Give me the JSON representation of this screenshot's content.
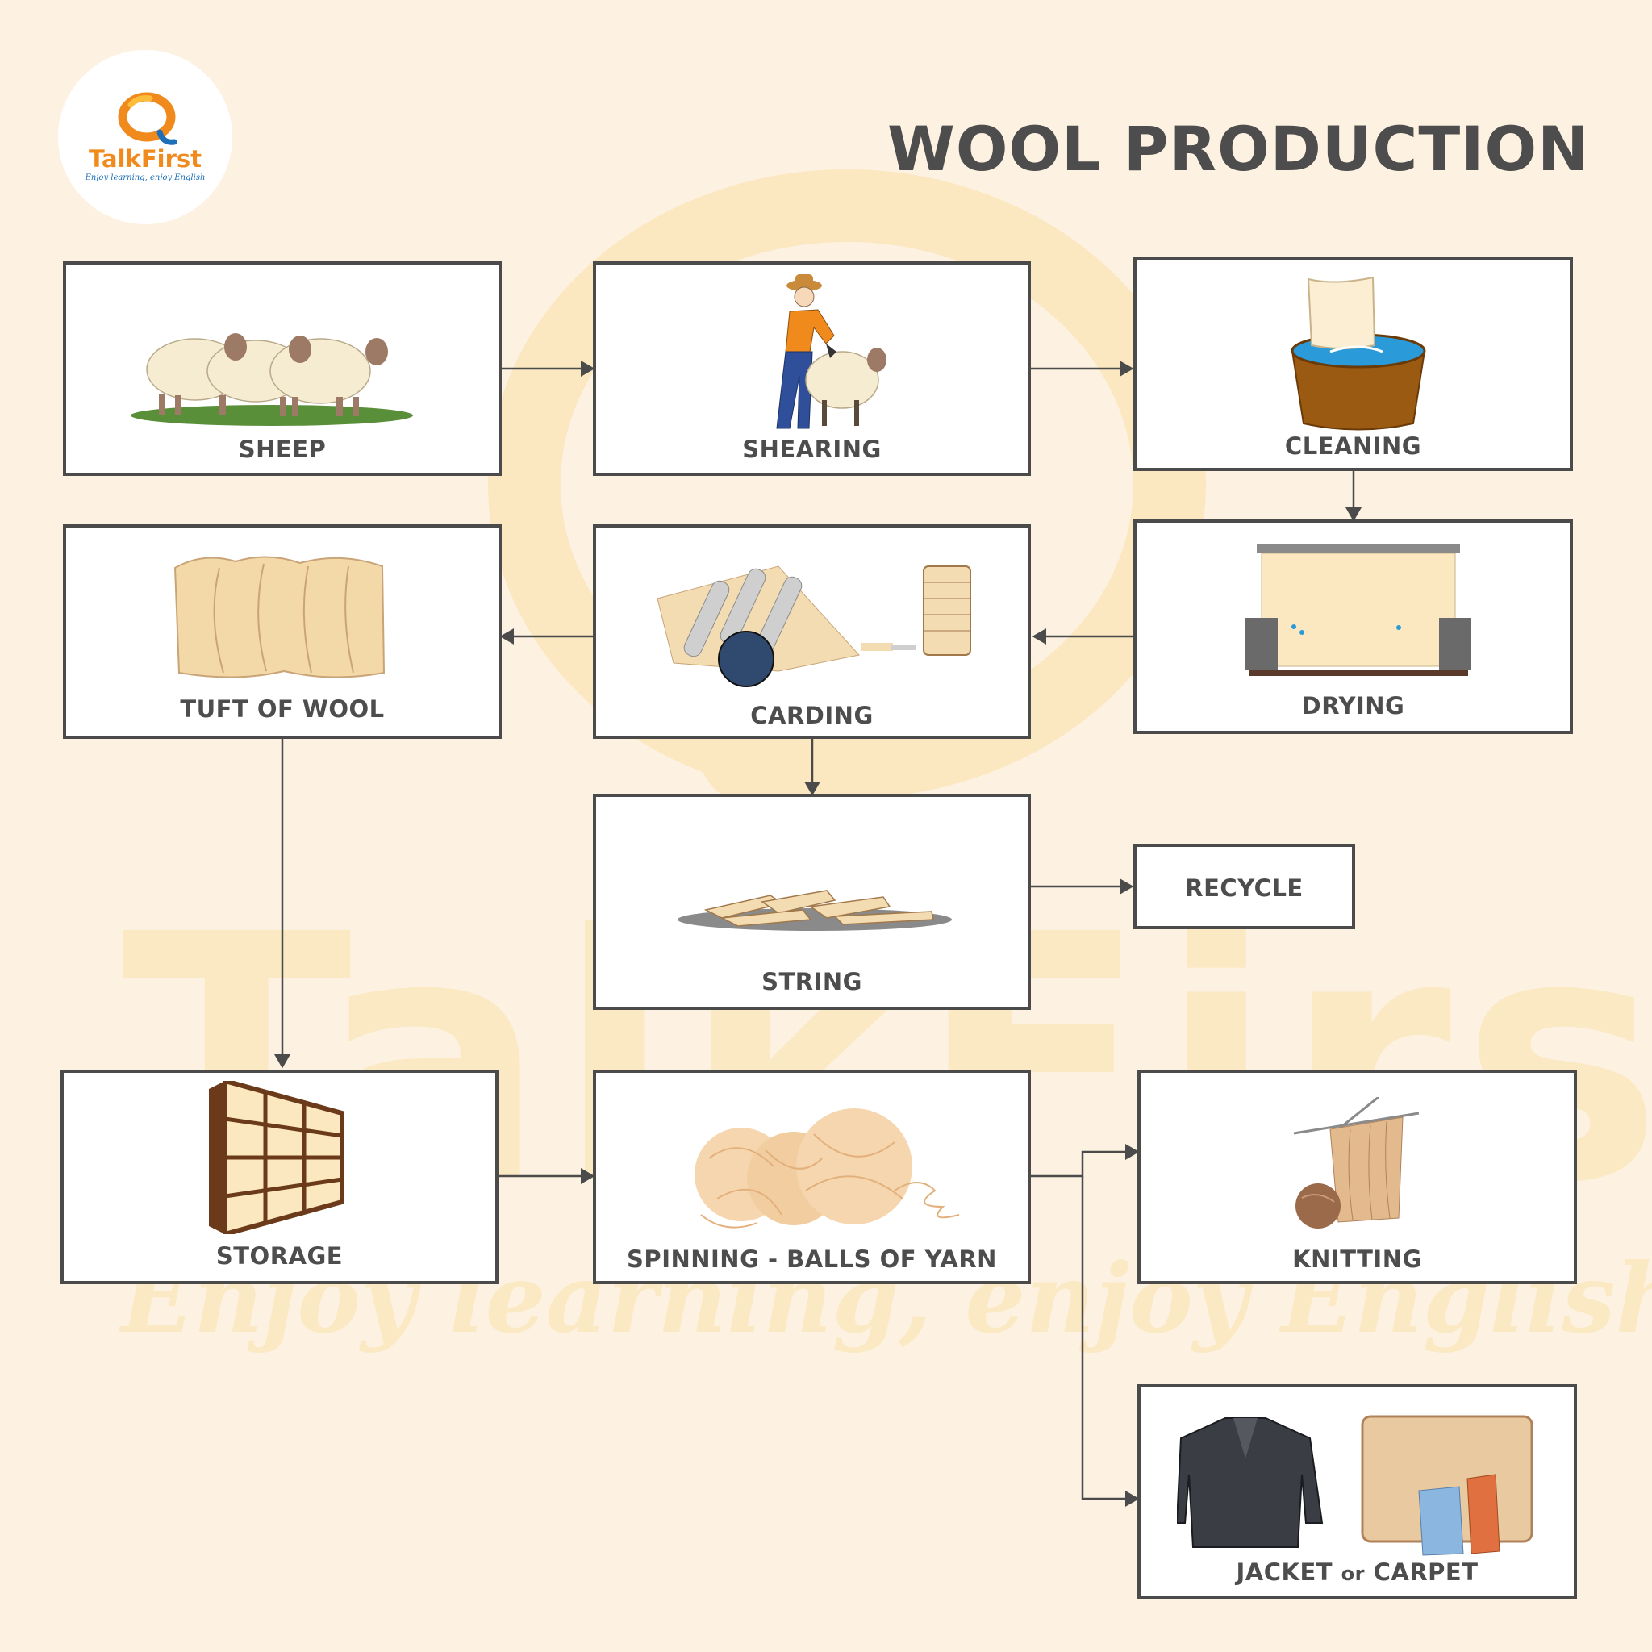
{
  "title": "WOOL PRODUCTION",
  "logo": {
    "name": "TalkFirst",
    "tagline": "Enjoy learning, enjoy English"
  },
  "watermark": {
    "name": "TalkFirst",
    "tagline": "Enjoy learning, enjoy English"
  },
  "steps": {
    "sheep": "SHEEP",
    "shearing": "SHEARING",
    "cleaning": "CLEANING",
    "drying": "DRYING",
    "carding": "CARDING",
    "tuft": "TUFT OF WOOL",
    "string": "STRING",
    "recycle": "RECYCLE",
    "storage": "STORAGE",
    "spinning": "SPINNING - BALLS OF YARN",
    "knitting": "KNITTING",
    "product_a": "JACKET",
    "product_or": "or",
    "product_b": "CARPET"
  },
  "colors": {
    "background": "#fdf2e2",
    "border": "#4b4b4b",
    "text": "#4d4d4d",
    "accent_orange": "#f08a1c",
    "accent_blue": "#1d6fb8",
    "wool": "#f3dcb2"
  }
}
